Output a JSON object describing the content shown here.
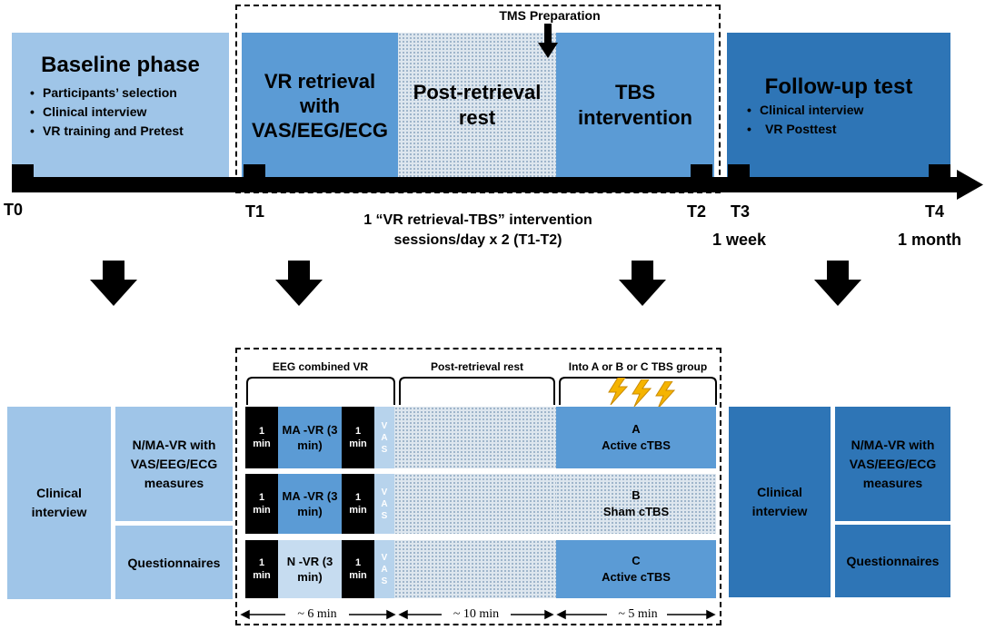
{
  "top": {
    "tms_label": "TMS Preparation",
    "baseline": {
      "title": "Baseline phase",
      "items": [
        "Participants’ selection",
        "Clinical interview",
        "VR training and Pretest"
      ]
    },
    "vr_retrieval": {
      "lines": [
        "VR retrieval",
        "with",
        "VAS/EEG/ECG"
      ]
    },
    "post_rest": {
      "lines": [
        "Post-retrieval",
        "rest"
      ]
    },
    "tbs": {
      "lines": [
        "TBS",
        "intervention"
      ]
    },
    "followup": {
      "title": "Follow-up test",
      "items": [
        "Clinical interview",
        "VR Posttest"
      ]
    },
    "timepoints": {
      "t0": "T0",
      "t1": "T1",
      "t2": "T2",
      "t3": "T3",
      "t4": "T4"
    },
    "t3_sub": "1 week",
    "t4_sub": "1 month",
    "sessions_line1": "1 “VR retrieval-TBS” intervention",
    "sessions_line2": "sessions/day x 2 (T1-T2)"
  },
  "bottom": {
    "left": {
      "clinical": "Clinical interview",
      "measures": "N/MA-VR with VAS/EEG/ECG measures",
      "questionnaires": "Questionnaires"
    },
    "right": {
      "clinical": "Clinical interview",
      "measures": "N/MA-VR with VAS/EEG/ECG measures",
      "questionnaires": "Questionnaires"
    },
    "headers": {
      "eeg": "EEG combined VR",
      "rest": "Post-retrieval rest",
      "group": "Into A or B or C TBS group"
    },
    "min_label": "1 min",
    "vas_label": "VAS",
    "rows": [
      {
        "vr": "MA -VR (3 min)",
        "group": "A",
        "tbs": "Active cTBS"
      },
      {
        "vr": "MA -VR (3 min)",
        "group": "B",
        "tbs": "Sham cTBS"
      },
      {
        "vr": "N -VR (3 min)",
        "group": "C",
        "tbs": "Active cTBS"
      }
    ],
    "durations": {
      "d1": "~ 6 min",
      "d2": "~ 10 min",
      "d3": "~ 5 min"
    }
  },
  "colors": {
    "light": "#9fc5e8",
    "mid": "#5b9bd5",
    "dark": "#2e75b6",
    "pale": "#c6dcf0"
  }
}
